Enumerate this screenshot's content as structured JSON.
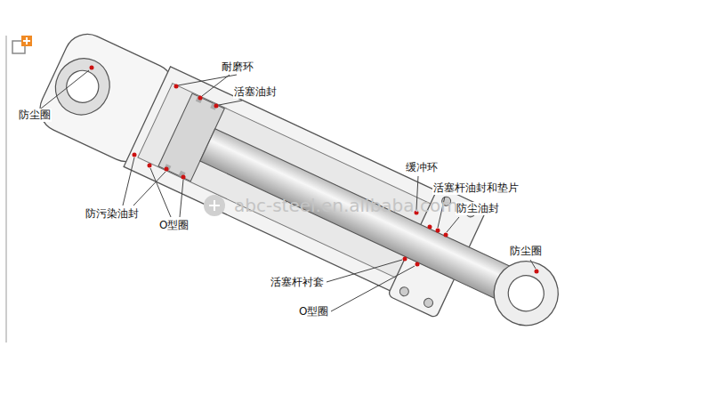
{
  "diagram": {
    "labels": [
      "防尘圈",
      "耐磨环",
      "活塞油封",
      "缓冲环",
      "活塞杆油封和垫片",
      "防尘油封",
      "防尘圈",
      "防污染油封",
      "O型圈",
      "活塞杆衬套",
      "O型圈",
      "abc-steel.en.alibaba.com"
    ]
  }
}
